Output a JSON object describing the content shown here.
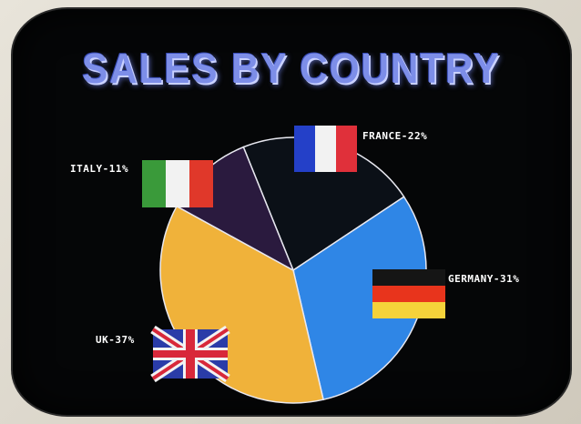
{
  "chart_data": {
    "type": "pie",
    "title": "SALES BY COUNTRY",
    "categories": [
      "FRANCE",
      "GERMANY",
      "UK",
      "ITALY"
    ],
    "values": [
      22,
      31,
      37,
      11
    ],
    "labels": [
      "FRANCE-22%",
      "GERMANY-31%",
      "UK-37%",
      "ITALY-11%"
    ],
    "colors": {
      "FRANCE": "#0b1017",
      "GERMANY": "#2f86e6",
      "UK": "#f0b23a",
      "ITALY": "#2a1a3e"
    },
    "flags": [
      "france-flag",
      "germany-flag",
      "uk-flag",
      "italy-flag"
    ],
    "legend": "none"
  }
}
